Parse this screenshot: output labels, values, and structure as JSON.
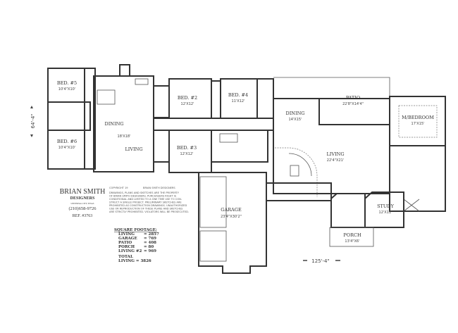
{
  "rooms": {
    "bed5": {
      "name": "BED. #5",
      "size": "10'4\"X10'"
    },
    "bed6": {
      "name": "BED. #6",
      "size": "10'4\"X10'"
    },
    "dining_left": {
      "name": "DINING"
    },
    "great_left": {
      "size": "18'X18'"
    },
    "living_left": {
      "name": "LIVING"
    },
    "bed2": {
      "name": "BED. #2",
      "size": "12'X12'"
    },
    "bed4": {
      "name": "BED. #4",
      "size": "11'X12'"
    },
    "bed3": {
      "name": "BED. #3",
      "size": "12'X12'"
    },
    "garage": {
      "name": "GARAGE",
      "size": "23'4\"X30'2\""
    },
    "patio": {
      "name": "PATIO",
      "size": "22'8\"X14'4\""
    },
    "dining": {
      "name": "DINING",
      "size": "14'X15'"
    },
    "living": {
      "name": "LIVING",
      "size": "22'4\"X21'"
    },
    "master": {
      "name": "M/BEDROOM",
      "size": "17'X15'"
    },
    "study": {
      "name": "STUDY",
      "size": "12'X11'"
    },
    "porch": {
      "name": "PORCH",
      "size": "13'4\"X6'"
    }
  },
  "dimensions": {
    "depth": "64'-4\"",
    "width": "125'-4\""
  },
  "designer": {
    "name": "BRIAN SMITH",
    "sub": "DESIGNERS",
    "location": "UNIVERSAL CITY, TEXAS",
    "phone": "(210)658-9726",
    "ref": "REF. #3763"
  },
  "copyright": {
    "header_left": "COPYRIGHT 19",
    "header_right": "BRIAN SMITH DESIGNERS",
    "lines": [
      "DRAWINGS, PLANS AND SKETCHES ARE THE PROPERTY",
      "OF BRIAN SMITH DESIGNERS.  PURCHASERS RIGHT IS",
      "CONDITIONAL AND LIMITED TO A ONE TIME USE TO CON-",
      "STRUCT A SINGLE PROJECT.  PRELIMINARY SKETCHES ARE",
      "PROHIBITED AS CONSTRUCTION DRAWINGS.  UNAUTHORIZED",
      "USE OR REPRODUCTION OF THESE PLANS AND SKETCHES",
      "ARE STRICTLY PROHIBITED.  VIOLATORS WILL BE PROSECUTED."
    ]
  },
  "square_footage": {
    "title": "SQUARE FOOTAGE:",
    "rows": [
      {
        "label": "LIVING",
        "value": "= 2857"
      },
      {
        "label": "GARAGE",
        "value": "= 769"
      },
      {
        "label": "PATIO",
        "value": "= 408"
      },
      {
        "label": "PORCH",
        "value": "= 80"
      },
      {
        "label": "LIVING #2",
        "value": "= 969"
      }
    ],
    "total_label": "TOTAL",
    "total_value": "LIVING = 3826"
  }
}
